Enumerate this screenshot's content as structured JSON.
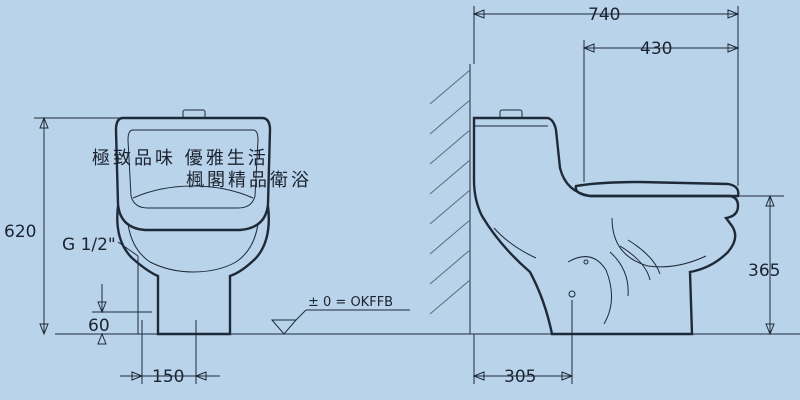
{
  "labels": {
    "total_height": "620",
    "inlet_thread": "G 1/2\"",
    "inlet_height": "60",
    "outlet_width": "150",
    "floor_ref": "± 0 = OKFFB",
    "overall_length": "740",
    "seat_length": "430",
    "rim_height": "365",
    "outlet_offset": "305"
  },
  "watermark": {
    "line1": "極致品味 優雅生活",
    "line2": "楓閣精品衛浴"
  },
  "colors": {
    "background": "#b9d3ea",
    "body_fill": "#ffffff",
    "line": "#1f2a38"
  }
}
